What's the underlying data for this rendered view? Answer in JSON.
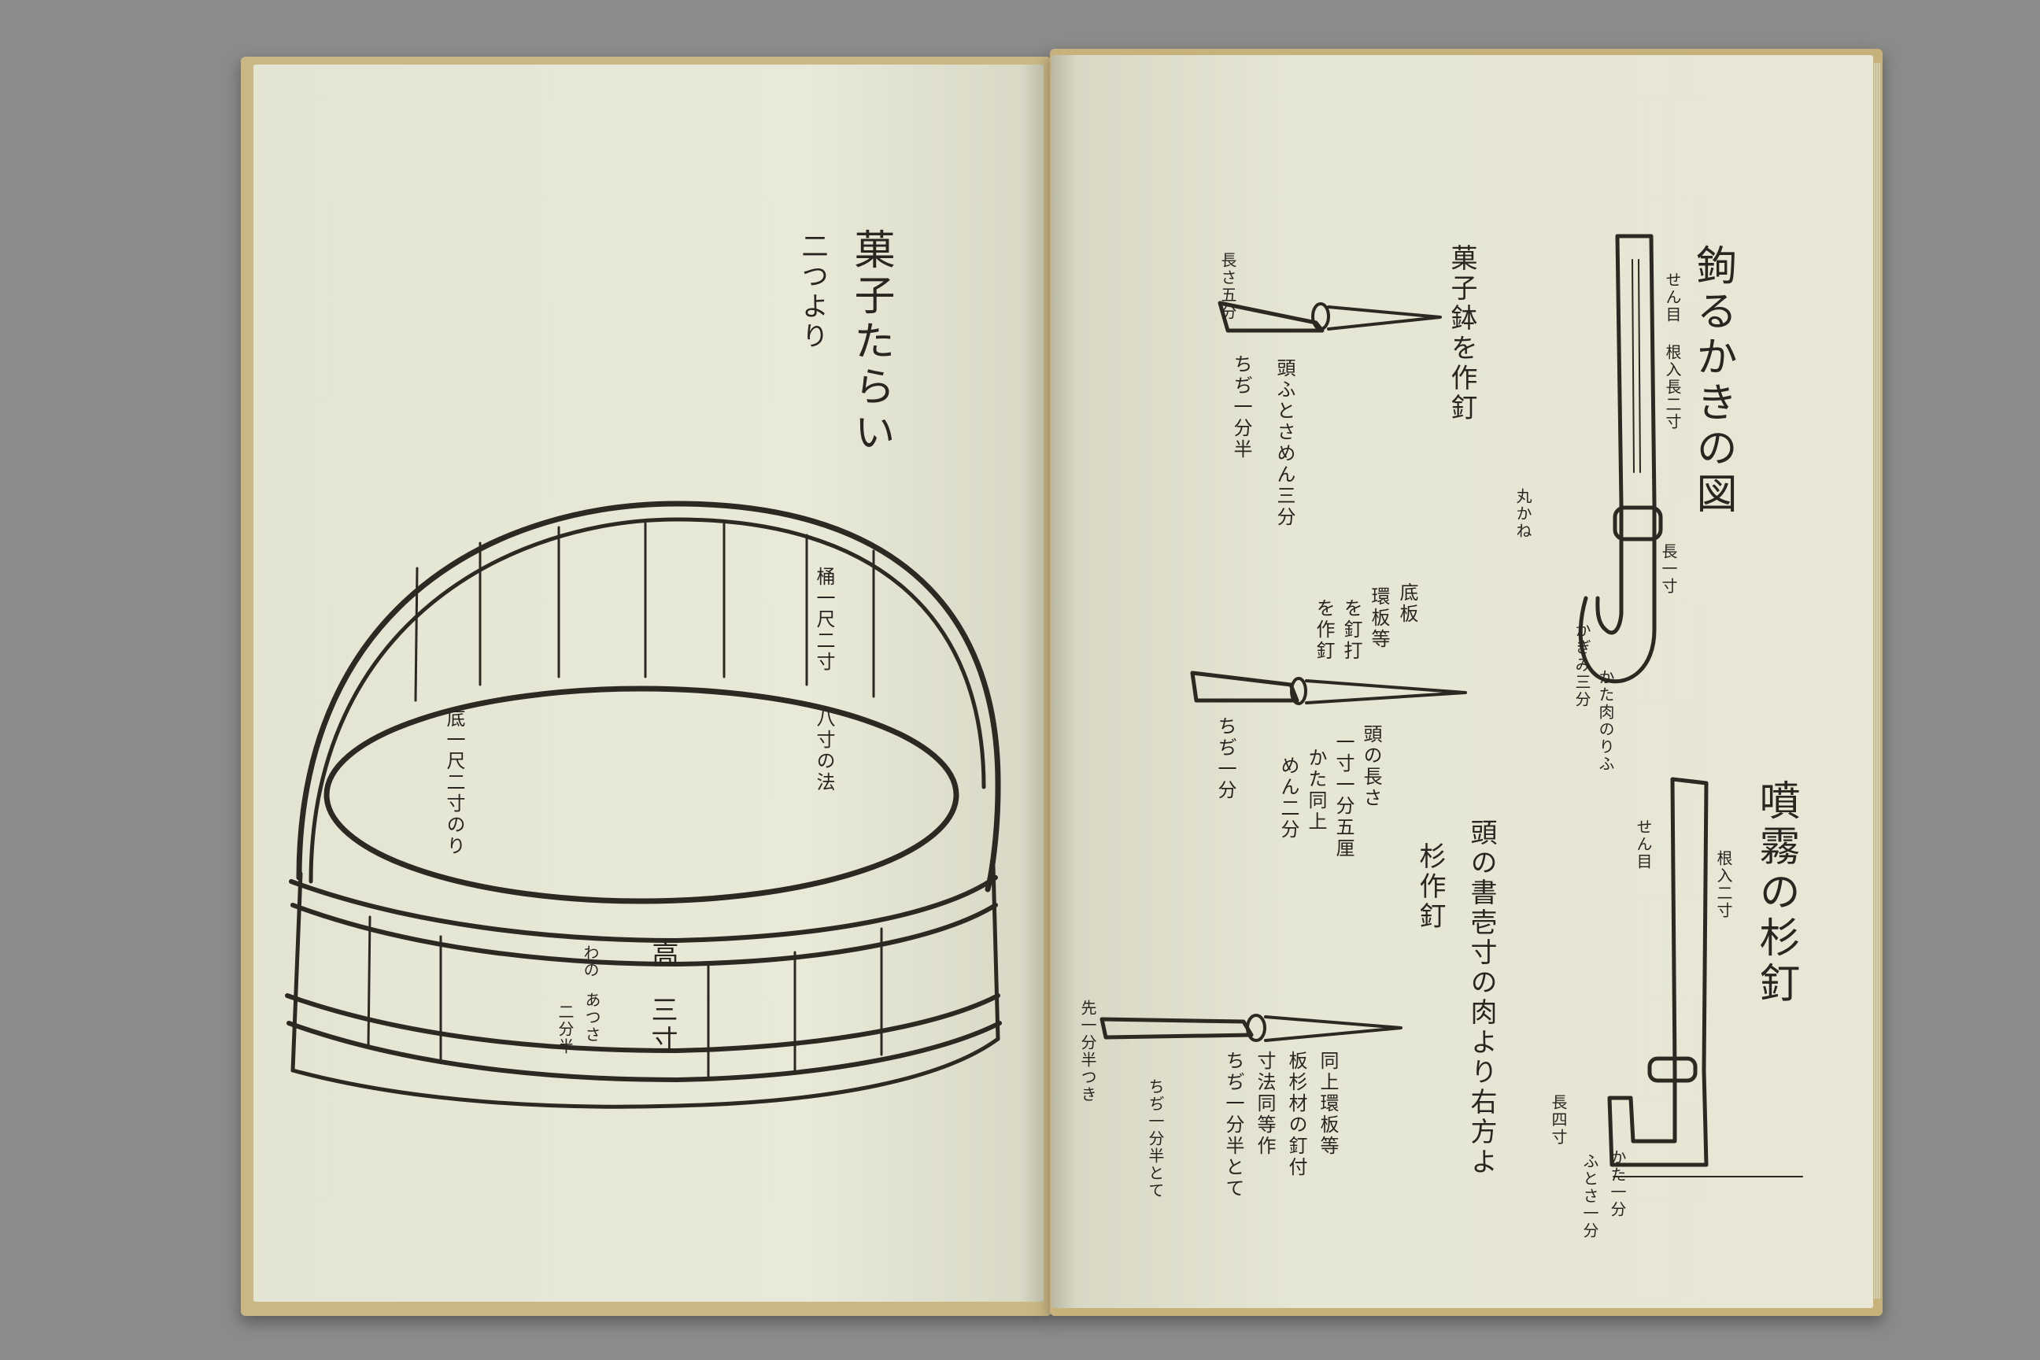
{
  "left_page": {
    "title": "菓子たらい",
    "count": "二つより",
    "inner_label": "桶一尺二寸",
    "inner_label2": "八寸の法",
    "oval_note": "底一尺二寸のり",
    "band_mark": "高",
    "band_note": "わの",
    "size_note": "三寸",
    "thickness": "あつさ",
    "thickness2": "二分半"
  },
  "right_page": {
    "hook_title": "鉤るかきの図",
    "hook_note1": "せん目 根入長二寸",
    "hook_note2": "長一寸",
    "hook_note3": "かぎみ三分",
    "hook_note4": "かた肉のりふ",
    "hook_side": "丸かね",
    "nail1_title": "菓子鉢を作釘",
    "nail1_top": "長さ五分",
    "nail1_a": "頭ふとさめん三分",
    "nail1_b": "ちぢ一分半",
    "nail2_title": "底板",
    "nail2_a": "環板等",
    "nail2_b": "を釘打",
    "nail2_c": "を作釘",
    "nail2_d": "頭の長さ",
    "nail2_e": "一寸一分五厘",
    "nail2_f": "かた同上",
    "nail2_g": "めん二分",
    "nail2_h": "ちぢ一分",
    "peg_title": "噴霧の杉釘",
    "peg_a": "根入二寸",
    "peg_b": "せん目",
    "peg_c": "長四寸",
    "peg_d": "かた一分",
    "peg_e": "ふとさ一分",
    "nail3_title": "頭の書壱寸の肉より右方よ",
    "nail3_b": "杉作釘",
    "nail3_c": "同上環板等",
    "nail3_d": "板杉材の釘付",
    "nail3_e": "寸法同等作",
    "nail3_f": "ちぢ一分半とて",
    "nail3_g": "ちぢ一分半とて",
    "nail3_h": "先一分半つき"
  }
}
